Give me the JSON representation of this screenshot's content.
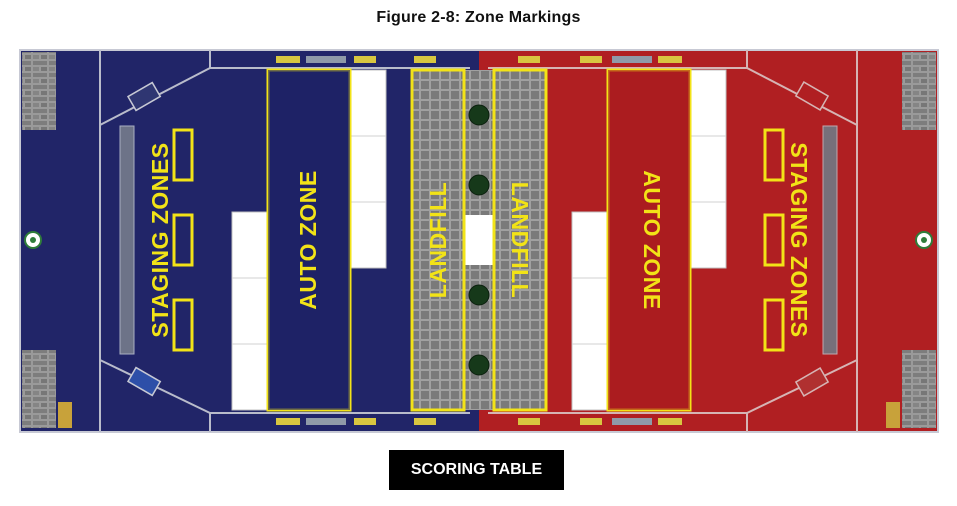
{
  "figure": {
    "caption": "Figure 2-8: Zone Markings"
  },
  "zones": {
    "blue_staging": "STAGING ZONES",
    "blue_auto": "AUTO ZONE",
    "blue_landfill": "LANDFILL",
    "red_landfill": "LANDFILL",
    "red_auto": "AUTO ZONE",
    "red_staging": "STAGING ZONES"
  },
  "scoring_table": {
    "label": "SCORING TABLE"
  },
  "colors": {
    "blue_alliance": "#212568",
    "red_alliance": "#b01f22",
    "zone_marking": "#f2e317",
    "landfill_gray": "#8a8a8a",
    "outline": "#9aa0b0",
    "step": "#16391a"
  },
  "icons": [
    "landfill-tote-stacks",
    "step-post",
    "feeder-station",
    "scoring-platform",
    "staging-zone-box"
  ]
}
